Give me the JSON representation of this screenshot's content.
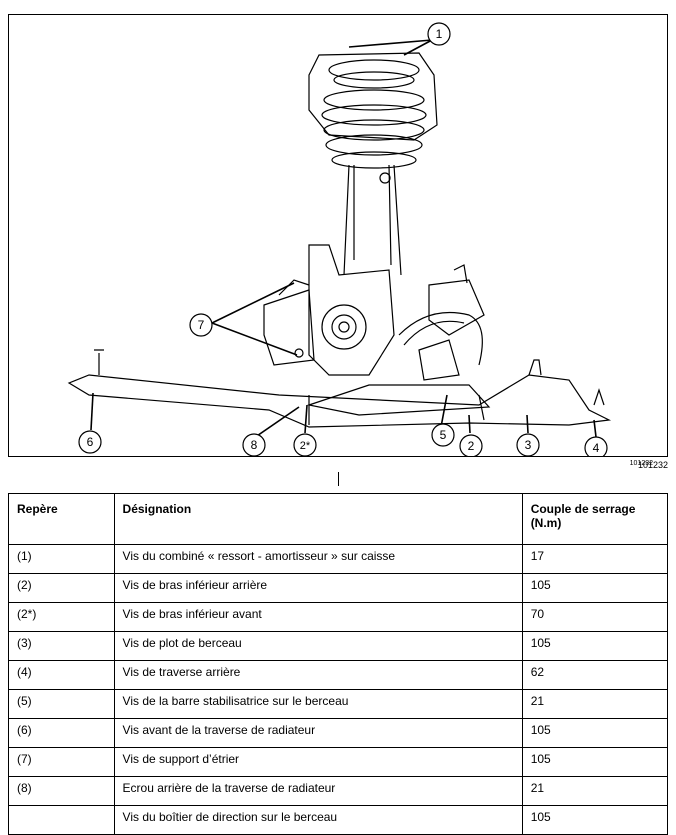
{
  "figure": {
    "reference_inner": "101232",
    "reference_outer": "101232",
    "callouts": [
      "1",
      "7",
      "6",
      "8",
      "2*",
      "5",
      "2",
      "3",
      "4"
    ]
  },
  "table": {
    "headers": {
      "repere": "Repère",
      "designation": "Désignation",
      "couple": "Couple de serrage (N.m)"
    },
    "rows": [
      {
        "repere": "(1)",
        "designation": "Vis du combiné « ressort - amortisseur » sur caisse",
        "couple": "17"
      },
      {
        "repere": "(2)",
        "designation": "Vis de bras inférieur arrière",
        "couple": "105"
      },
      {
        "repere": "(2*)",
        "designation": "Vis de bras inférieur avant",
        "couple": "70"
      },
      {
        "repere": "(3)",
        "designation": "Vis de plot de berceau",
        "couple": "105"
      },
      {
        "repere": "(4)",
        "designation": "Vis de traverse arrière",
        "couple": "62"
      },
      {
        "repere": "(5)",
        "designation": "Vis de la barre stabilisatrice sur le berceau",
        "couple": "21"
      },
      {
        "repere": "(6)",
        "designation": "Vis avant de la traverse de radiateur",
        "couple": "105"
      },
      {
        "repere": "(7)",
        "designation": "Vis de support d’étrier",
        "couple": "105"
      },
      {
        "repere": "(8)",
        "designation": "Ecrou arrière de la traverse de radiateur",
        "couple": "21"
      },
      {
        "repere": "",
        "designation": "Vis du boîtier de direction sur le berceau",
        "couple": "105"
      }
    ]
  }
}
